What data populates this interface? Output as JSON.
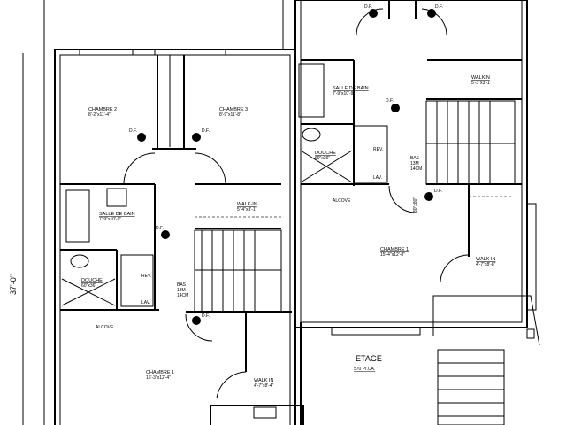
{
  "plan": {
    "floor_label": "ETAGE",
    "floor_area": "570 PI.CA.",
    "overall_dim": "37'-0\"",
    "left": {
      "chambre2": {
        "name": "CHAMBRE 2",
        "dim": "8'-2\"x11'-4\""
      },
      "chambre3": {
        "name": "CHAMBRE 3",
        "dim": "8'-9\"x11'-8\""
      },
      "sdb": {
        "name": "SALLE DE BAIN",
        "dim": "7'-9\"x10'-9\""
      },
      "walkin": {
        "name": "WALK-IN",
        "dim": "5'-4\"x3'-1\""
      },
      "douche": {
        "name": "DOUCHE",
        "dim": "60\"x36\""
      },
      "rev": "REV.",
      "lav": "LAV.",
      "bas": "BAS",
      "bas2": "13M",
      "bas3": "14CM",
      "alcove": "ALCOVE",
      "chambre1": {
        "name": "CHAMBRE 1",
        "dim": "16'-3\"x12'-4\""
      },
      "walkin2": {
        "name": "WALK IN",
        "dim": "4'-7\"x8'-4\""
      }
    },
    "right": {
      "sdb": {
        "name": "SALLE DE BAIN",
        "dim": "7'-9\"x10'-9\""
      },
      "walkin": {
        "name": "WALKIN",
        "dim": "5'-3\"x3'-1\""
      },
      "douche": {
        "name": "DOUCHE",
        "dim": "60\"x36\""
      },
      "rev": "REV.",
      "lav": "LAV.",
      "bas": "BAS",
      "bas2": "13M",
      "bas3": "14CM",
      "alcove": "ALCOVE",
      "door": "30\"x80\"",
      "chambre1": {
        "name": "CHAMBRE 1",
        "dim": "15'-4\"x12'-8\""
      },
      "walkin2": {
        "name": "WALK IN",
        "dim": "4'-7\"x8'-8\""
      }
    },
    "df": "D.F."
  }
}
